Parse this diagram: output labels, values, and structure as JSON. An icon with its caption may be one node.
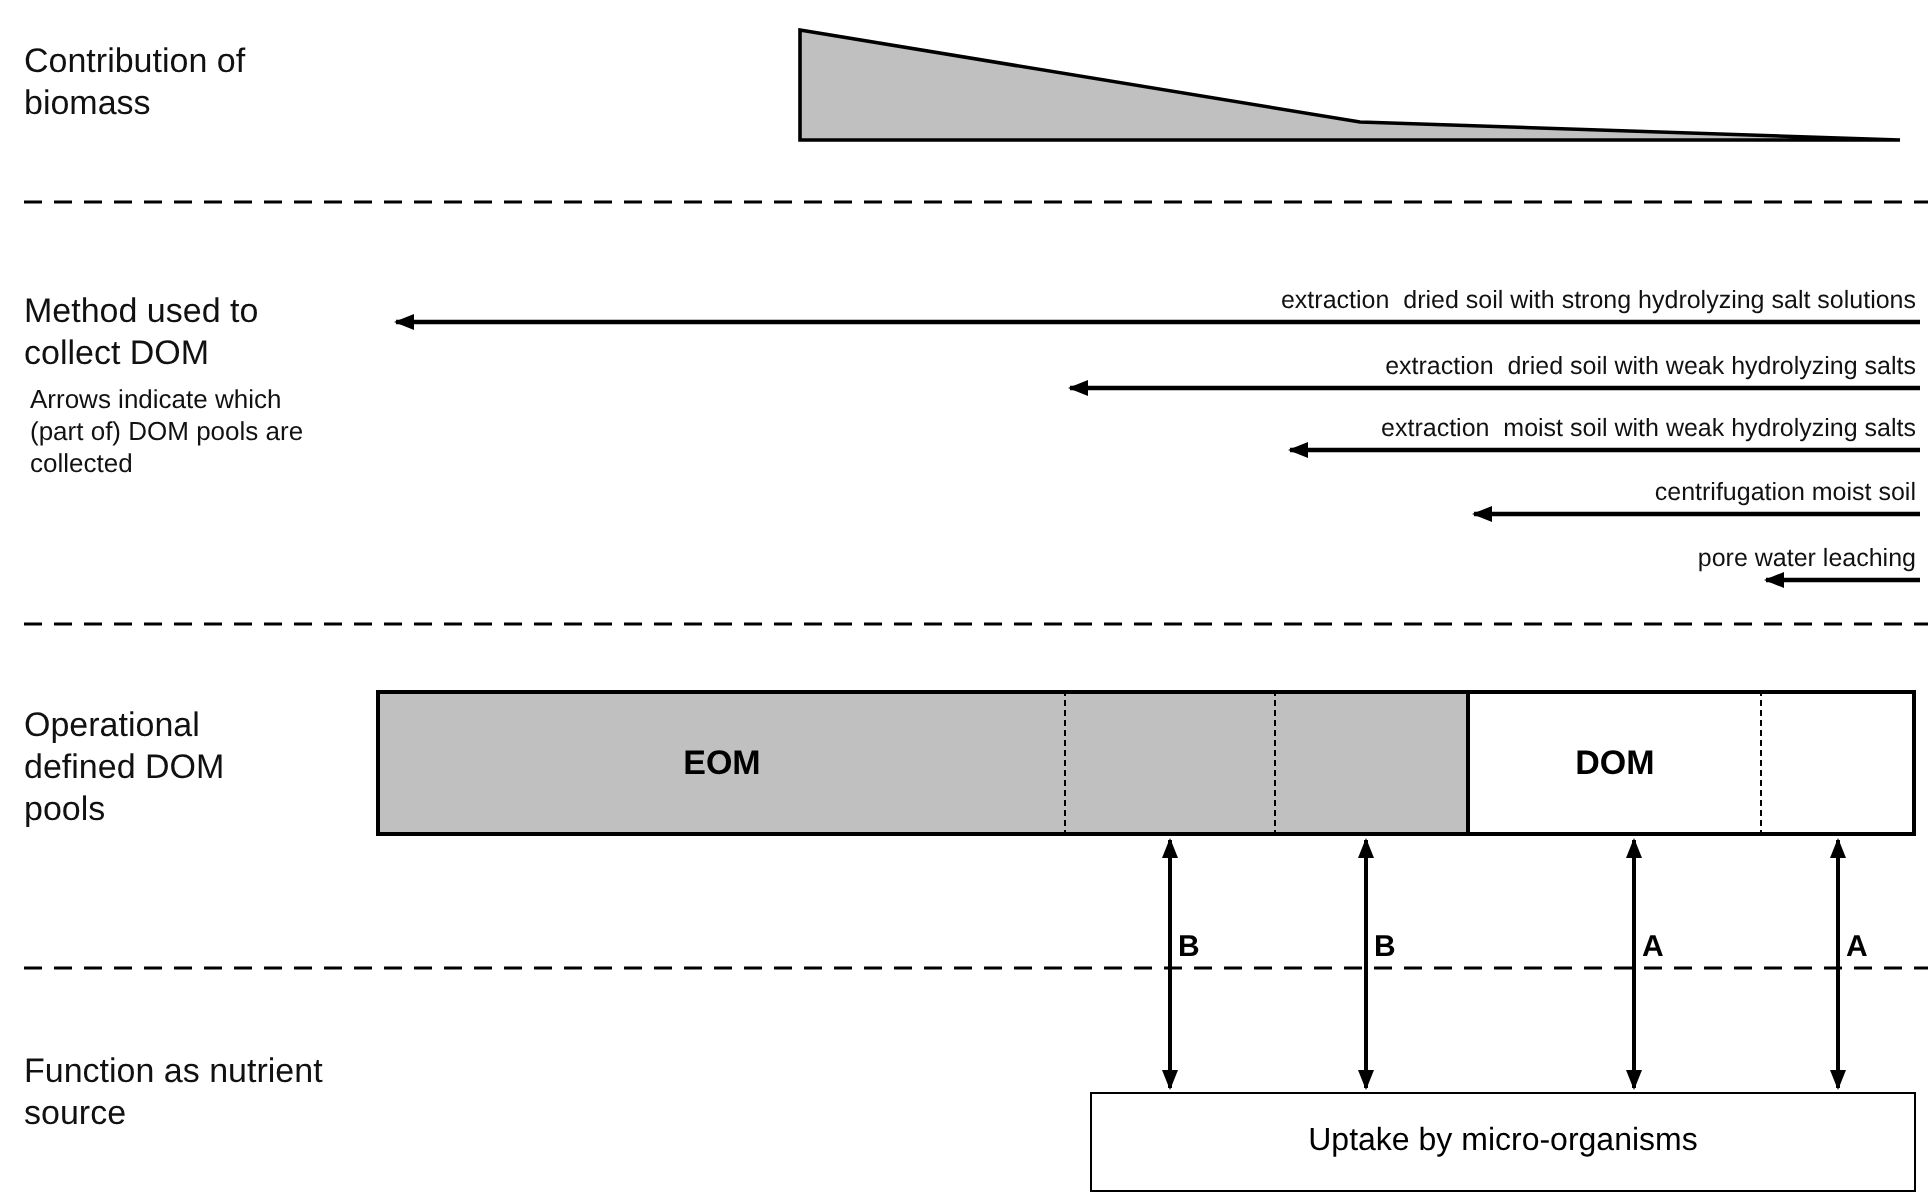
{
  "diagram": {
    "nodes": [
      {
        "text": [
          "EOM"
        ]
      },
      {
        "text": [],
        "shape": "box"
      },
      {
        "text": [],
        "shape": "box"
      },
      {
        "text": [
          "DOM"
        ]
      },
      {
        "text": [],
        "shape": "box"
      },
      {
        "text": [
          "Uptake by micro-organisms"
        ]
      }
    ],
    "edges": [
      {
        "from": 1,
        "to": 5,
        "arrow": "both",
        "label": "B"
      },
      {
        "from": 2,
        "to": 5,
        "arrow": "both",
        "label": "B"
      },
      {
        "from": 3,
        "to": 5,
        "arrow": "both",
        "label": "A"
      },
      {
        "from": 4,
        "to": 5,
        "arrow": "both",
        "label": "A"
      }
    ],
    "labels": [
      "Contribution of biomass",
      "Method used to collect DOM",
      "Arrows indicate which (part of) DOM pools are collected",
      "extraction  dried soil with strong hydrolyzing salt solutions",
      "extraction  dried soil with weak hydrolyzing salts",
      "extraction  moist soil with weak hydrolyzing salts",
      "centrifugation moist soil",
      "pore water leaching",
      "Operational defined DOM pools",
      "Function as nutrient source"
    ]
  }
}
